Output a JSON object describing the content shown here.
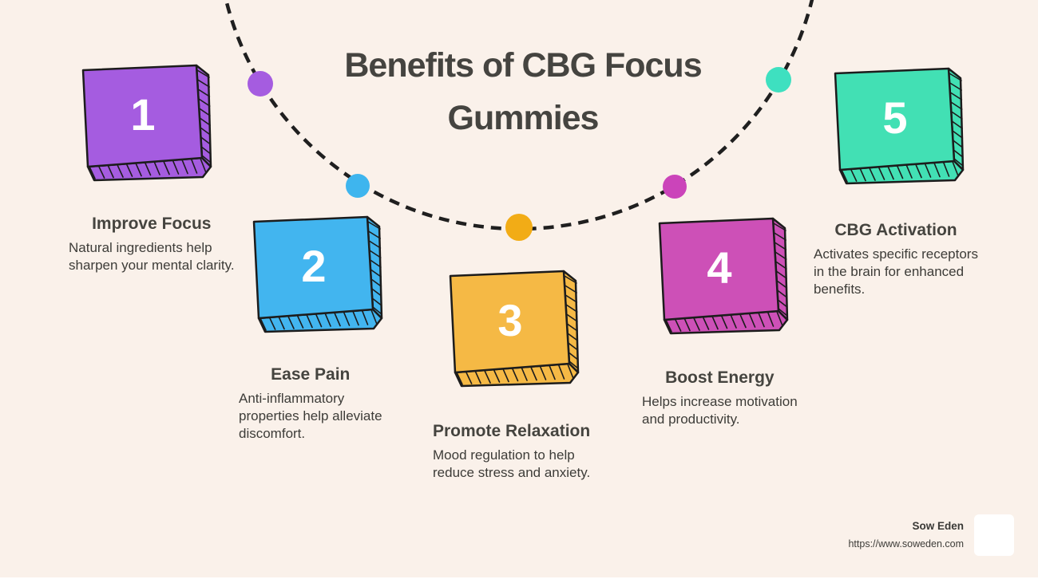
{
  "page": {
    "background": "#faf1ea",
    "outline_color": "#1c1c1c",
    "bottom_strip_color": "#ffffff"
  },
  "title": {
    "text": "Benefits of CBG Focus\nGummies",
    "color": "#454440"
  },
  "arc": {
    "color": "#1f1f1f"
  },
  "cards": [
    {
      "number": "1",
      "color": "#a55ce0",
      "dot_color": "#a55ce0",
      "heading": "Improve Focus",
      "description": "Natural ingredients help\nsharpen your mental clarity."
    },
    {
      "number": "2",
      "color": "#42b5ef",
      "dot_color": "#3eb5ee",
      "heading": "Ease Pain",
      "description": "Anti-inflammatory\nproperties help alleviate\ndiscomfort."
    },
    {
      "number": "3",
      "color": "#f5b945",
      "dot_color": "#f2ac16",
      "heading": "Promote Relaxation",
      "description": "Mood regulation to help\nreduce stress and anxiety."
    },
    {
      "number": "4",
      "color": "#cd50b7",
      "dot_color": "#cb44ba",
      "heading": "Boost Energy",
      "description": "Helps increase motivation\nand productivity."
    },
    {
      "number": "5",
      "color": "#42e0b4",
      "dot_color": "#3ee0c0",
      "heading": "CBG Activation",
      "description": "Activates specific receptors\nin the brain for enhanced\nbenefits."
    }
  ],
  "footer": {
    "brand": "Sow Eden",
    "url": "https://www.soweden.com"
  }
}
